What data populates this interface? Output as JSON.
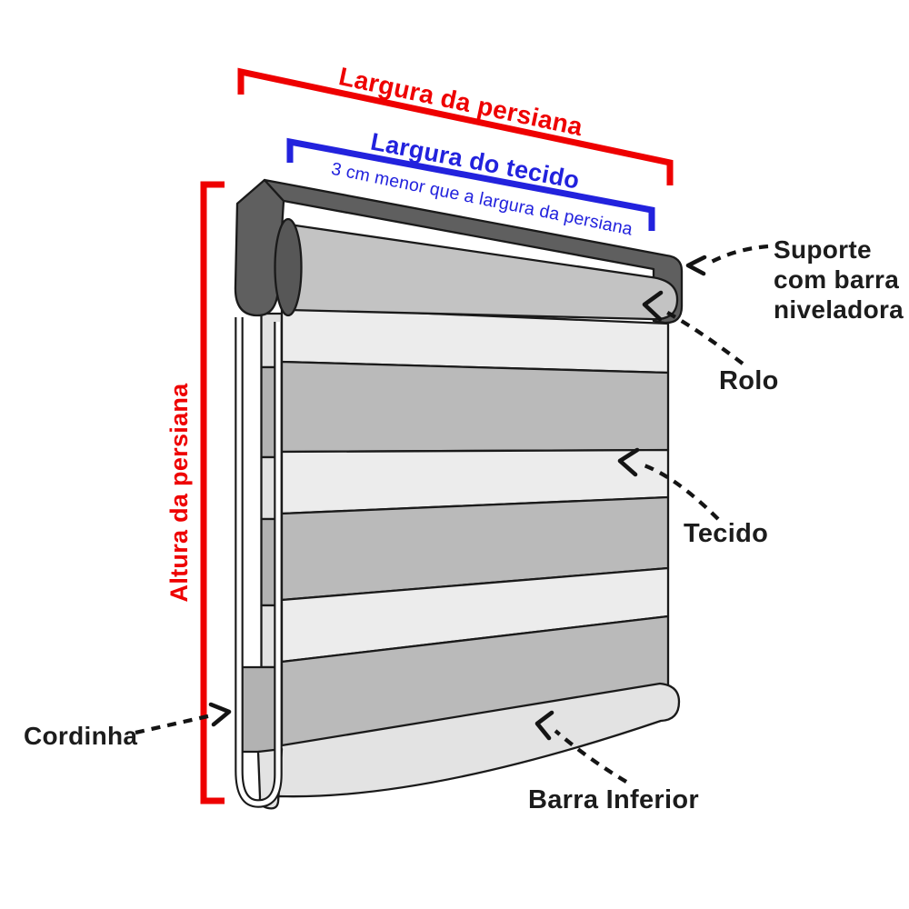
{
  "diagram": {
    "measurements": {
      "blind_width": {
        "label": "Largura da persiana",
        "color": "#ee0000"
      },
      "fabric_width": {
        "label": "Largura do tecido",
        "sublabel": "3 cm menor que a largura da persiana",
        "color": "#2222dd"
      },
      "blind_height": {
        "label": "Altura da persiana",
        "color": "#ee0000"
      }
    },
    "parts": {
      "support": {
        "lines": [
          "Suporte",
          "com barra",
          "niveladora"
        ]
      },
      "roller": {
        "label": "Rolo"
      },
      "fabric": {
        "label": "Tecido"
      },
      "cord": {
        "label": "Cordinha"
      },
      "bottom_bar": {
        "label": "Barra Inferior"
      }
    },
    "colors": {
      "red_accent": "#ee0000",
      "blue_accent": "#2222dd",
      "label_text": "#1c1c1c",
      "frame_dark_gray": "#5f5f5f",
      "roller_gray": "#c3c3c3",
      "stripe_gray": "#bababa",
      "stripe_light": "#ececec",
      "bottom_bar_gray": "#e3e3e3",
      "outline": "#1a1a1a"
    }
  }
}
